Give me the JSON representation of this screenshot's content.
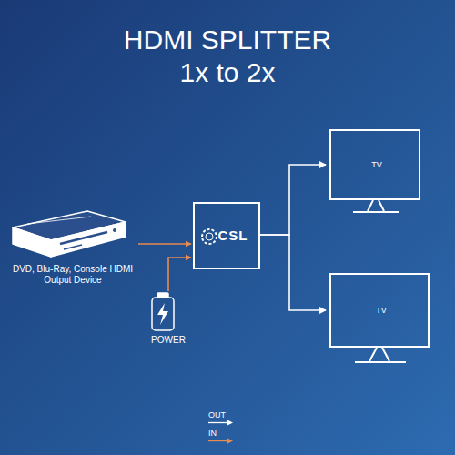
{
  "diagram": {
    "title": "HDMI SPLITTER 1x to 2x",
    "nodes": [
      {
        "text": [
          "DVD, Blu-Ray, Console HDMI Output Device"
        ]
      },
      {
        "text": [
          "POWER"
        ]
      },
      {
        "text": [
          "CSL"
        ]
      },
      {
        "text": [
          "TV"
        ]
      },
      {
        "text": [
          "TV"
        ]
      }
    ],
    "edges": [
      {
        "from": 0,
        "to": 2,
        "arrow": "to"
      },
      {
        "from": 1,
        "to": 2,
        "arrow": "to"
      },
      {
        "from": 2,
        "to": 3,
        "arrow": "to"
      },
      {
        "from": 2,
        "to": 4,
        "arrow": "to"
      }
    ],
    "legend": [
      {
        "text": "OUT"
      },
      {
        "text": "IN"
      }
    ]
  }
}
